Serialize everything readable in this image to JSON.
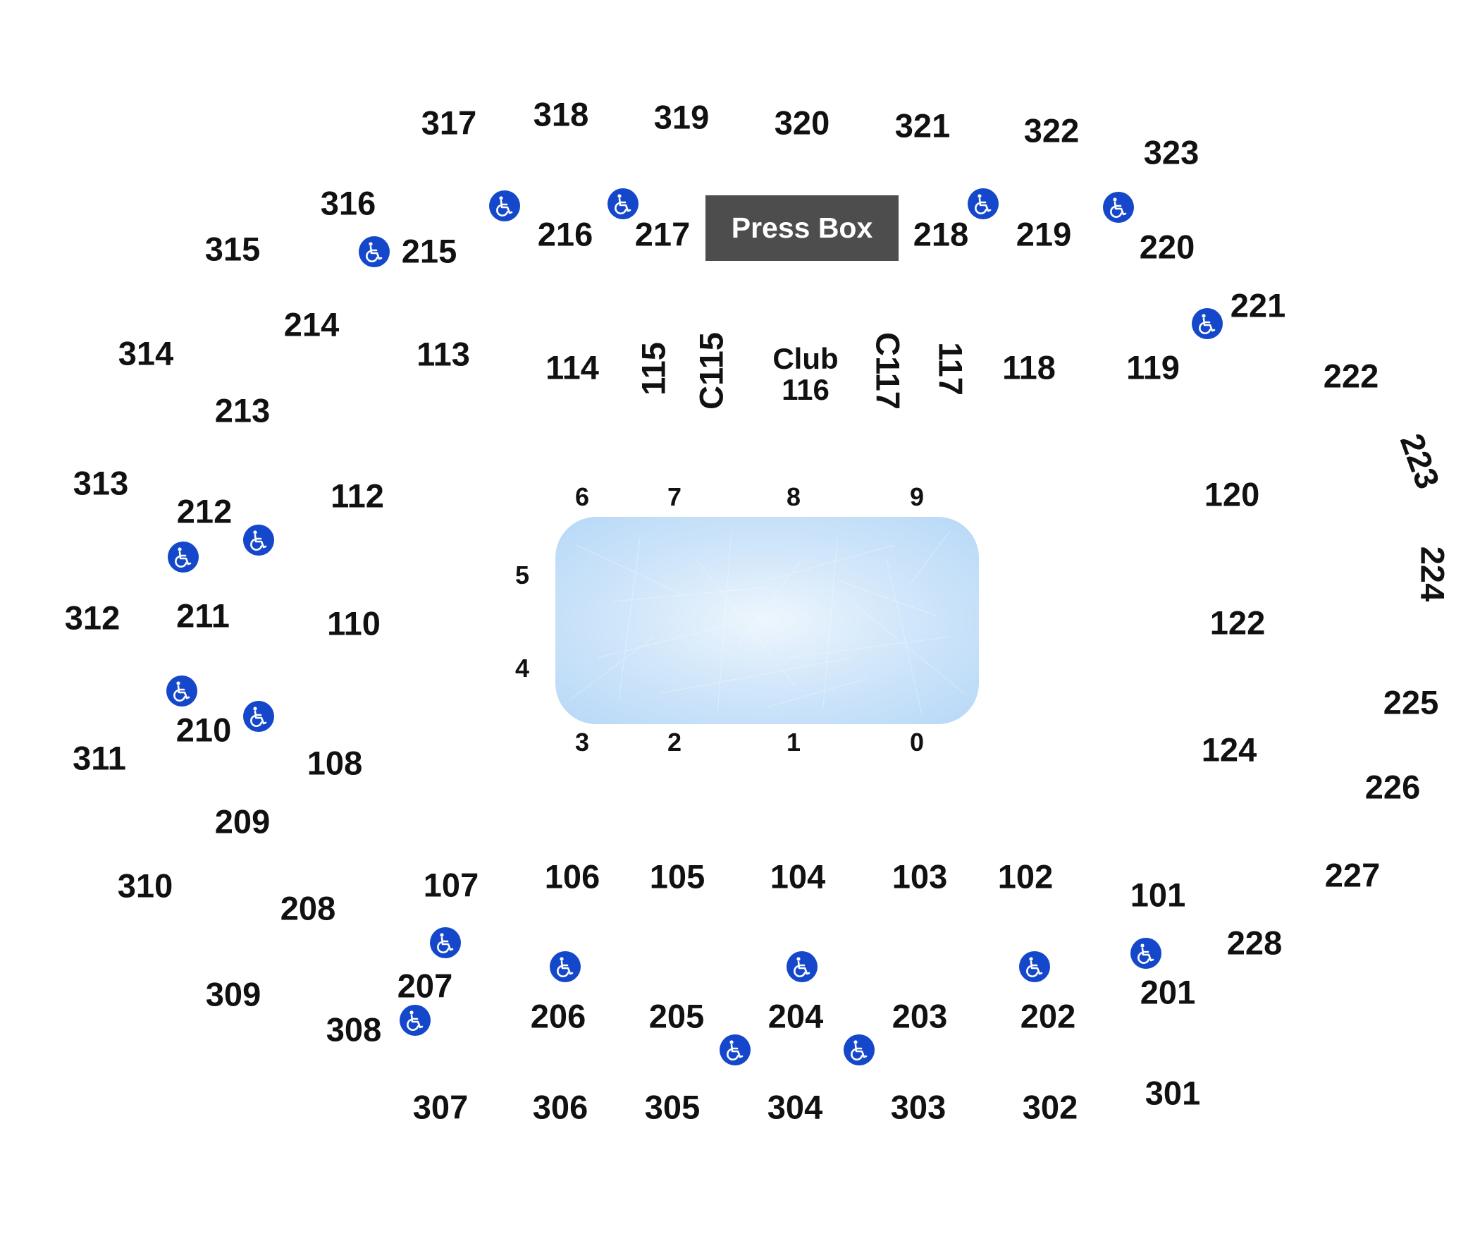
{
  "press_box": {
    "label": "Press Box"
  },
  "club": {
    "line1": "Club",
    "line2": "116"
  },
  "icons": {
    "accessible": "wheelchair-icon"
  },
  "colors": {
    "rink": "#b7d8f7",
    "accessible": "#1447c9",
    "press_box": "#4d4d4d",
    "text": "#111111"
  },
  "rink_labels": [
    "6",
    "7",
    "8",
    "9",
    "5",
    "4",
    "3",
    "2",
    "1",
    "0"
  ],
  "sections": {
    "level_300": [
      "317",
      "318",
      "319",
      "320",
      "321",
      "322",
      "323",
      "316",
      "315",
      "314",
      "313",
      "312",
      "311",
      "310",
      "309",
      "308",
      "307",
      "306",
      "305",
      "304",
      "303",
      "302",
      "301"
    ],
    "level_200": [
      "215",
      "216",
      "217",
      "218",
      "219",
      "220",
      "221",
      "222",
      "223",
      "224",
      "225",
      "226",
      "227",
      "228",
      "214",
      "213",
      "212",
      "211",
      "210",
      "209",
      "208",
      "207",
      "206",
      "205",
      "204",
      "203",
      "202",
      "201"
    ],
    "level_100": [
      "113",
      "114",
      "115",
      "C115",
      "C117",
      "117",
      "118",
      "119",
      "120",
      "122",
      "124",
      "112",
      "110",
      "108",
      "107",
      "106",
      "105",
      "104",
      "103",
      "102",
      "101"
    ]
  }
}
